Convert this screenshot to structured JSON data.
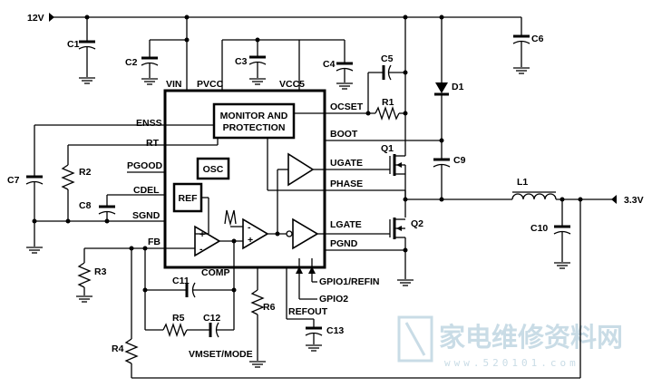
{
  "title": "",
  "ic_pins": {
    "left": [
      "ENSS",
      "RT",
      "PGOOD",
      "CDEL",
      "SGND",
      "FB"
    ],
    "top": [
      "VIN",
      "PVCC",
      "VCC5"
    ],
    "right": [
      "OCSET",
      "BOOT",
      "UGATE",
      "PHASE",
      "LGATE",
      "PGND"
    ],
    "bottom": [
      "COMP",
      "GPIO1/REFIN",
      "GPIO2",
      "REFOUT",
      "VMSET/MODE"
    ]
  },
  "blocks": {
    "monitor_line1": "MONITOR AND",
    "monitor_line2": "PROTECTION",
    "osc": "OSC",
    "ref": "REF",
    "ramp": "/\\/\\",
    "plus": "+",
    "minus": "-"
  },
  "rails": {
    "vin": "12V",
    "vout": "3.3V"
  },
  "capacitors": [
    "C1",
    "C2",
    "C3",
    "C4",
    "C5",
    "C6",
    "C7",
    "C8",
    "C9",
    "C10",
    "C11",
    "C12",
    "C13"
  ],
  "resistors": [
    "R1",
    "R2",
    "R3",
    "R4",
    "R5",
    "R6"
  ],
  "semiconductors": {
    "diode": "D1",
    "high_side": "Q1",
    "low_side": "Q2"
  },
  "inductor": "L1",
  "watermark": {
    "text": "家电维修资料网",
    "url": "www.520101.com"
  }
}
